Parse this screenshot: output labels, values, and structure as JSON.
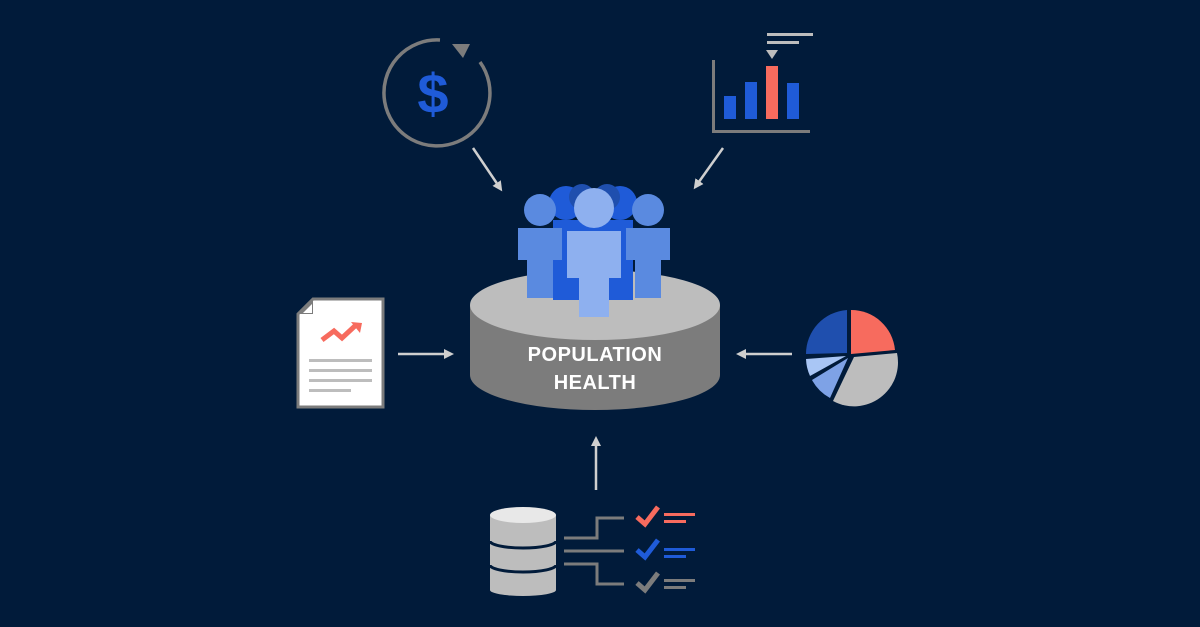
{
  "diagram": {
    "center": {
      "line1": "POPULATION",
      "line2": "HEALTH",
      "icon": "people-group-on-platform-icon"
    },
    "inputs": [
      {
        "id": "financial",
        "icon": "dollar-cycle-icon",
        "position": "top-left"
      },
      {
        "id": "analytics",
        "icon": "bar-chart-icon",
        "position": "top-right"
      },
      {
        "id": "reports",
        "icon": "document-trend-icon",
        "position": "left"
      },
      {
        "id": "distribution",
        "icon": "pie-chart-icon",
        "position": "right"
      },
      {
        "id": "data-quality",
        "icon": "database-checklist-icon",
        "position": "bottom"
      }
    ],
    "colors": {
      "background": "#011b3a",
      "blue": "#1f5bd8",
      "light_blue": "#5a8ae0",
      "pale_blue": "#8eb0ef",
      "coral": "#f76b5e",
      "gray": "#bdbdbd",
      "dark_gray": "#7c7c7c",
      "arrow": "#cfcfcf"
    }
  }
}
